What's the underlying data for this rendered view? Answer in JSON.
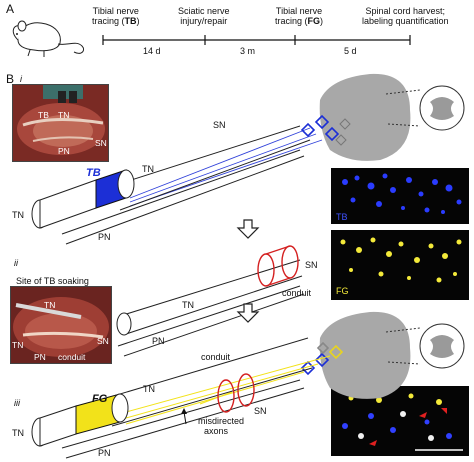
{
  "panel_a": {
    "letter": "A",
    "events": [
      {
        "label_pre": "Tibial nerve",
        "label_line2_pre": "tracing (",
        "label_bold": "TB",
        "label_post": ")"
      },
      {
        "label": "Sciatic nerve",
        "label_line2": "injury/repair"
      },
      {
        "label_pre": "Tibial nerve",
        "label_line2_pre": "tracing (",
        "label_bold": "FG",
        "label_post": ")"
      },
      {
        "label": "Spinal cord harvest;",
        "label_line2": "labeling quantification"
      }
    ],
    "intervals": [
      "14 d",
      "3 m",
      "5 d"
    ]
  },
  "panel_b": {
    "letter": "B",
    "rows": [
      "i",
      "ii",
      "iii"
    ],
    "labels": {
      "tb": "TB",
      "tn": "TN",
      "sn": "SN",
      "pn": "PN",
      "fg": "FG",
      "conduit": "conduit",
      "site": "Site of TB soaking",
      "misdirected_1": "misdirected",
      "misdirected_2": "axons"
    },
    "photo_labels": {
      "photo1_tb": "TB",
      "photo1_tn": "TN",
      "photo1_sn": "SN",
      "photo1_pn": "PN",
      "photo2_tn": "TN",
      "photo2_sn": "SN",
      "photo2_pn": "PN",
      "photo2_tn2": "TN",
      "photo2_conduit": "conduit"
    },
    "micro_labels": {
      "tb": "TB",
      "fg": "FG"
    }
  },
  "colors": {
    "tb_blue": "#1c2fd6",
    "fg_yellow": "#f2e21a",
    "conduit_red": "#d42020",
    "cord_gray": "#a8a8a8"
  }
}
